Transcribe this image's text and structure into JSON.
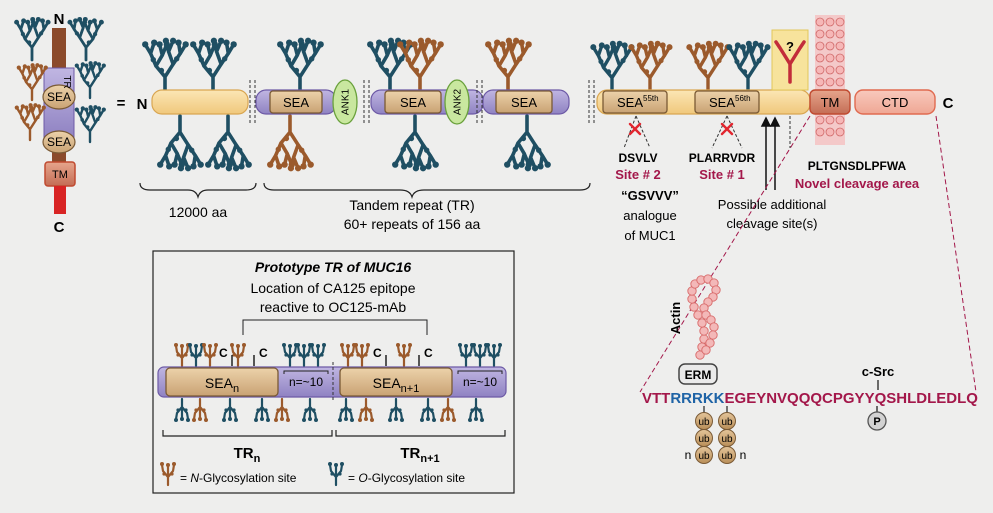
{
  "left_protein": {
    "n_label": "N",
    "c_label": "C",
    "tr_label": "TR",
    "sea_top": "SEA",
    "sea_bottom": "SEA",
    "tm": "TM",
    "equals": "="
  },
  "main": {
    "n_label": "N",
    "c_label": "C",
    "sea_labels": [
      "SEA",
      "SEA",
      "SEA"
    ],
    "ank1": "ANK1",
    "ank2": "ANK2",
    "sea55": "SEA",
    "sea55_sup": "55th",
    "sea56": "SEA",
    "sea56_sup": "56th",
    "tm": "TM",
    "ctd": "CTD",
    "question": "?",
    "amino_acids": "12000 aa",
    "tr_label": "Tandem repeat (TR)",
    "tr_sub": "60+ repeats of 156 aa"
  },
  "sites": {
    "dsvlv": "DSVLV",
    "site2": "Site # 2",
    "plarrvdr": "PLARRVDR",
    "site1": "Site # 1",
    "gsvvv": "“GSVVV”",
    "analogue": "analogue",
    "of_muc1": "of MUC1",
    "additional1": "Possible additional",
    "additional2": "cleavage site(s)",
    "pltgnsdlpfwa": "PLTGNSDLPFWA",
    "novel": "Novel cleavage area"
  },
  "prototype": {
    "title": "Prototype TR of MUC16",
    "line1": "Location of CA125 epitope",
    "line2": "reactive to OC125-mAb",
    "c_marks": [
      "C",
      "C",
      "C",
      "C"
    ],
    "sea_n": "SEA",
    "sea_n_sub": "n",
    "sea_n1": "SEA",
    "sea_n1_sub": "n+1",
    "n_eq_1": "n=~10",
    "n_eq_2": "n=~10",
    "tr_n": "TR",
    "tr_n_sub": "n",
    "tr_n1": "TR",
    "tr_n1_sub": "n+1",
    "legend_n_eq": "=",
    "legend_n_site": "N",
    "legend_n_suffix": "-Glycosylation site",
    "legend_o_eq": "=",
    "legend_o_site": "O",
    "legend_o_suffix": "-Glycosylation site"
  },
  "ctd": {
    "actin": "Actin",
    "erm": "ERM",
    "csrc": "c-Src",
    "seq_a": "VTT",
    "seq_b": "RRRKK",
    "seq_c": "EGEYNVQQQCPGY",
    "seq_d": "Y",
    "seq_e": "QSHLDLEDLQ",
    "p": "P",
    "ub": [
      "ub",
      "ub",
      "ub",
      "ub",
      "ub",
      "ub"
    ],
    "n_left": "n",
    "n_right": "n"
  },
  "colors": {
    "n_glyco": "#9b5a2c",
    "o_glyco": "#1f4f63",
    "sea": "#d8b88e",
    "tr_purple": "#a79bd0",
    "core": "#f6d79a",
    "magenta": "#a3174a",
    "cleave_x": "#e2262f"
  }
}
